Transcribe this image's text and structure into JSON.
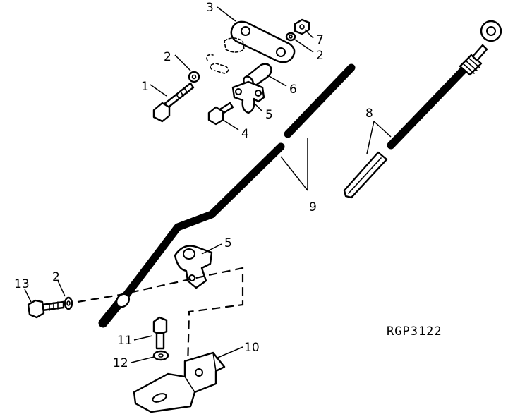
{
  "figure_code": "RGP3122",
  "callouts": [
    {
      "id": "c1",
      "label": "1"
    },
    {
      "id": "c2a",
      "label": "2"
    },
    {
      "id": "c2b",
      "label": "2"
    },
    {
      "id": "c2c",
      "label": "2"
    },
    {
      "id": "c3",
      "label": "3"
    },
    {
      "id": "c4",
      "label": "4"
    },
    {
      "id": "c5a",
      "label": "5"
    },
    {
      "id": "c5b",
      "label": "5"
    },
    {
      "id": "c6",
      "label": "6"
    },
    {
      "id": "c7",
      "label": "7"
    },
    {
      "id": "c8",
      "label": "8"
    },
    {
      "id": "c9",
      "label": "9"
    },
    {
      "id": "c10",
      "label": "10"
    },
    {
      "id": "c11",
      "label": "11"
    },
    {
      "id": "c12",
      "label": "12"
    },
    {
      "id": "c13",
      "label": "13"
    }
  ]
}
